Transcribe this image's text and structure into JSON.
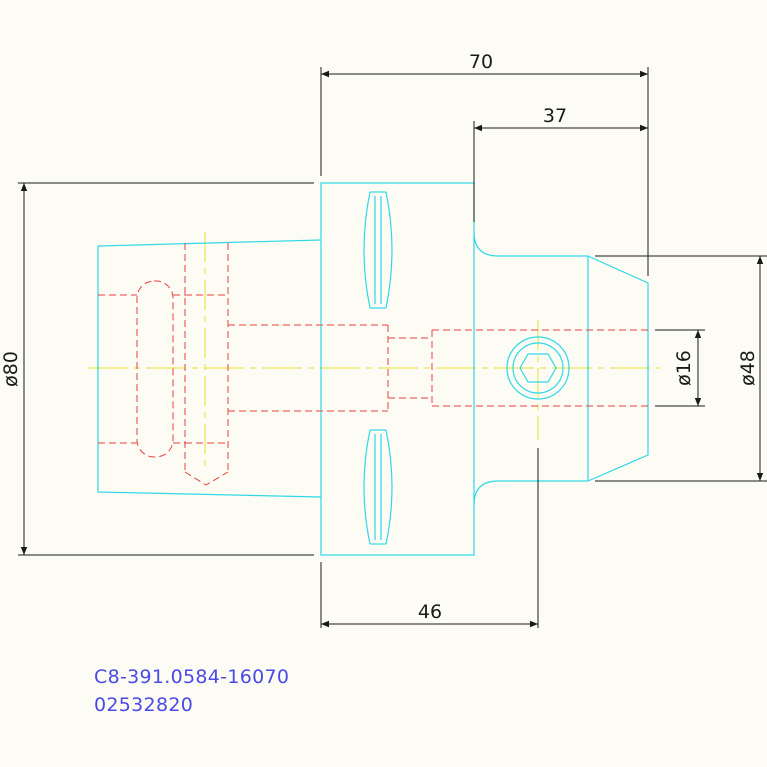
{
  "dimensions": {
    "overall_length": "70",
    "neck_length": "37",
    "body_length": "46",
    "flange_diameter": "ø80",
    "bore_diameter": "ø16",
    "neck_diameter": "ø48"
  },
  "part": {
    "number": "C8-391.0584-16070",
    "code": "02532820"
  },
  "colors": {
    "background": "#fcfcf5",
    "outline": "#2fd8e8",
    "hidden": "#e84040",
    "center": "#e8e030",
    "dimension": "#1a1a1a",
    "label": "#4a4ae8"
  }
}
